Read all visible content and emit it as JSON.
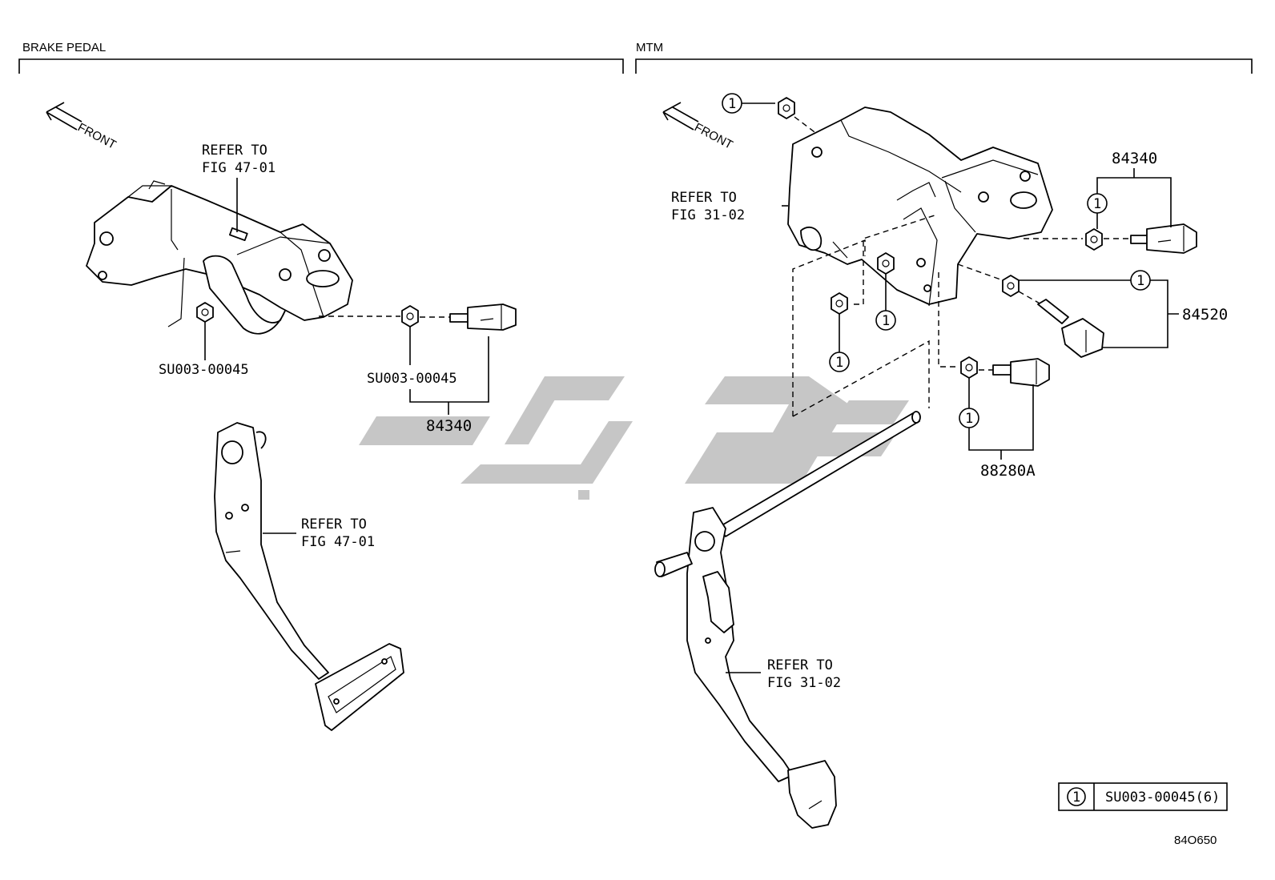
{
  "sections": {
    "left": "BRAKE PEDAL",
    "right": "MTM"
  },
  "front_label": "FRONT",
  "left_callouts": {
    "bracket_ref_line1": "REFER TO",
    "bracket_ref_line2": "FIG 47-01",
    "nut_part": "SU003-00045",
    "switch_nut_part": "SU003-00045",
    "switch_part": "84340",
    "pedal_ref_line1": "REFER TO",
    "pedal_ref_line2": "FIG 47-01"
  },
  "right_callouts": {
    "bracket_ref_line1": "REFER TO",
    "bracket_ref_line2": "FIG 31-02",
    "switch_84340": "84340",
    "switch_84520": "84520",
    "switch_88280a": "88280A",
    "pedal_ref_line1": "REFER TO",
    "pedal_ref_line2": "FIG 31-02",
    "circle_marker": "1"
  },
  "legend": {
    "marker": "1",
    "text": "SU003-00045(6)"
  },
  "figure_code": "84O650",
  "watermark_present": true
}
